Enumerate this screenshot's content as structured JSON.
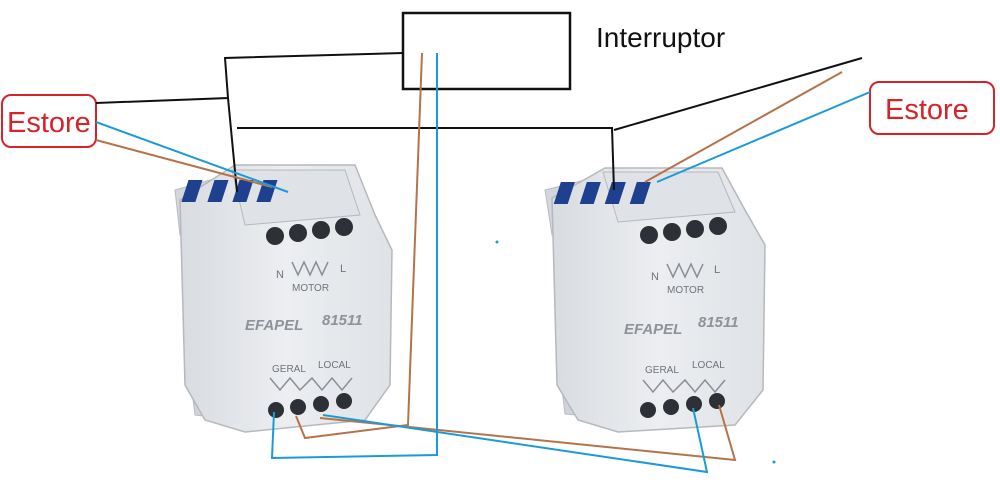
{
  "diagram": {
    "switch_label": "Interruptor",
    "left_label": "Estore",
    "right_label": "Estore",
    "modules": [
      {
        "id": "left",
        "brand": "EFAPEL",
        "model": "81511",
        "top_terminals": {
          "n": "N",
          "motor": "MOTOR",
          "l": "L"
        },
        "bottom_terminals": {
          "geral": "GERAL",
          "local": "LOCAL"
        }
      },
      {
        "id": "right",
        "brand": "EFAPEL",
        "model": "81511",
        "top_terminals": {
          "n": "N",
          "motor": "MOTOR",
          "l": "L"
        },
        "bottom_terminals": {
          "geral": "GERAL",
          "local": "LOCAL"
        }
      }
    ],
    "colors": {
      "label_red": "#d6232a",
      "wire_black": "#111111",
      "wire_brown": "#b5734a",
      "wire_blue": "#1a9bd7",
      "module_body": "#e9ebee",
      "terminal_blue": "#1f3f8f"
    }
  }
}
